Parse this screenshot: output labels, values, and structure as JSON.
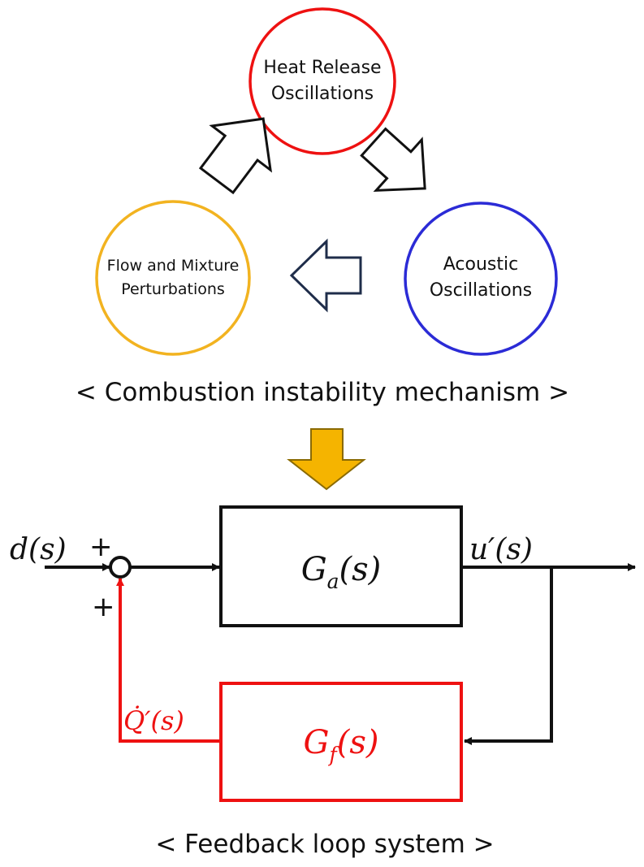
{
  "mechanism": {
    "heat_release": {
      "line1": "Heat Release",
      "line2": "Oscillations"
    },
    "acoustic": {
      "line1": "Acoustic",
      "line2": "Oscillations"
    },
    "flow_mixture": {
      "line1": "Flow and Mixture",
      "line2": "Perturbations"
    },
    "caption": "< Combustion instability mechanism >"
  },
  "feedback": {
    "input_label": "d(s)",
    "plus_top": "+",
    "plus_bottom": "+",
    "plant_label": "G_a(s)",
    "output_label": "u′(s)",
    "feedback_label": "G_f(s)",
    "heat_signal_label": "Q̇′(s)",
    "caption": "< Feedback loop system >"
  },
  "colors": {
    "heat_release": "#ee1111",
    "acoustic": "#2b2bd6",
    "flow_mixture": "#f2b320",
    "down_arrow": "#f5b400",
    "feedback_path": "#ee1111",
    "line": "#111111",
    "flow_arrow_stroke": "#1f2d4a"
  },
  "icons": {
    "cycle_arrows": "hollow-block-arrow",
    "transition_arrow": "solid-down-block-arrow",
    "summing_junction": "circle-sum"
  }
}
